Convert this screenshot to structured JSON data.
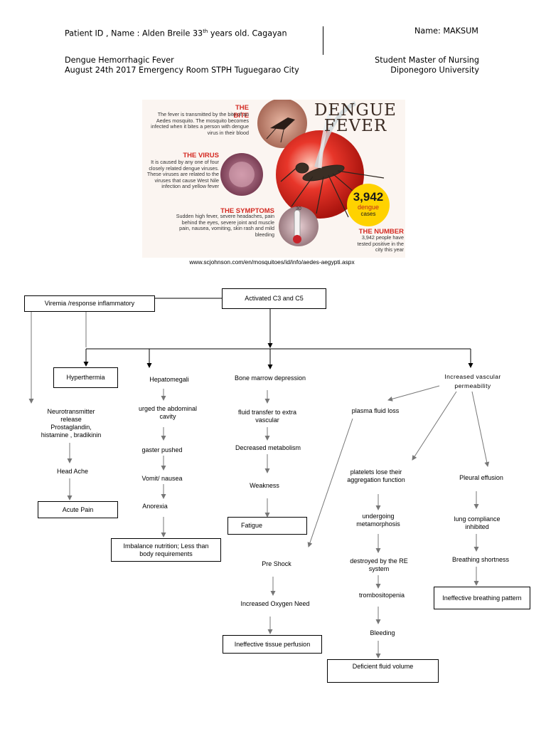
{
  "header": {
    "patient": "Patient ID , Name : Alden Breile 33",
    "patient_sup": "th",
    "patient_tail": " years old. Cagayan",
    "name": "Name: MAKSUM",
    "diagnosis": "Dengue Hemorrhagic Fever",
    "date_place": "August 24th 2017 Emergency Room STPH Tuguegarao City",
    "role": "Student Master of Nursing",
    "university": "Diponegoro University"
  },
  "infographic": {
    "title_line1": "DENGUE",
    "title_line2": "FEVER",
    "bite_head": "THE BITE",
    "bite_text": "The fever is transmitted by the bite of an Aedes mosquito. The mosquito becomes infected when it bites a person with dengue virus in their blood",
    "virus_head": "THE VIRUS",
    "virus_text": "It is caused by any one of four closely related dengue viruses. These viruses are related to the viruses that cause West Nile infection and yellow fever",
    "symptoms_head": "THE SYMPTOMS",
    "symptoms_text": "Sudden high fever, severe headaches, pain behind the eyes, severe joint and muscle pain, nausea, vomiting, skin rash and mild bleeding",
    "cases_number": "3,942",
    "cases_word1": "dengue",
    "cases_word2": "cases",
    "number_head": "THE NUMBER",
    "number_text": "3,942 people have tested positive in the city this year",
    "thermo_value": "30"
  },
  "source_url": "www.scjohnson.com/en/mosquitoes/id/info/aedes-aegypti.aspx",
  "nodes": {
    "activated": "Activated  C3 and C5",
    "viremia": "Viremia /response inflammatory",
    "hyperthermia": "Hyperthermia",
    "neuro1": "Neurotransmitter",
    "neuro2": "release",
    "neuro3": "Prostaglandin,",
    "neuro4": "histamine , bradikinin",
    "headache": "Head Ache",
    "acute_pain": "Acute Pain",
    "hepatomegali": "Hepatomegali",
    "urged1": "urged the abdominal",
    "urged2": "cavity",
    "gaster": "gaster pushed",
    "vomit": "Vomit/ nausea",
    "anorexia": "Anorexia",
    "imbalance1": "Imbalance nutrition; Less than",
    "imbalance2": "body requirements",
    "bone_marrow": "Bone marrow depression",
    "fluid1": "fluid transfer to extra",
    "fluid2": "vascular",
    "decreased_metab": "Decreased metabolism",
    "weakness": "Weakness",
    "fatigue": "Fatigue",
    "pre_shock": "Pre Shock",
    "oxygen_need": "Increased Oxygen Need",
    "tissue_perfusion": "Ineffective tissue perfusion",
    "vascular1": "Increased vascular",
    "vascular2": "permeability",
    "plasma_loss": "plasma fluid loss",
    "platelets1": "platelets lose their",
    "platelets2": "aggregation function",
    "undergoing1": "undergoing",
    "undergoing2": "metamorphosis",
    "destroyed1": "destroyed by the RE",
    "destroyed2": "system",
    "trombo": "trombositopenia",
    "bleeding": "Bleeding",
    "fluid_volume": "Deficient fluid volume",
    "pleural": "Pleural effusion",
    "lung1": "lung compliance",
    "lung2": "inhibited",
    "breath_short": "Breathing shortness",
    "breath_pattern": "Ineffective breathing pattern"
  },
  "colors": {
    "accent_red": "#d42a22",
    "line": "#000000",
    "arrow_gray": "#777777"
  }
}
